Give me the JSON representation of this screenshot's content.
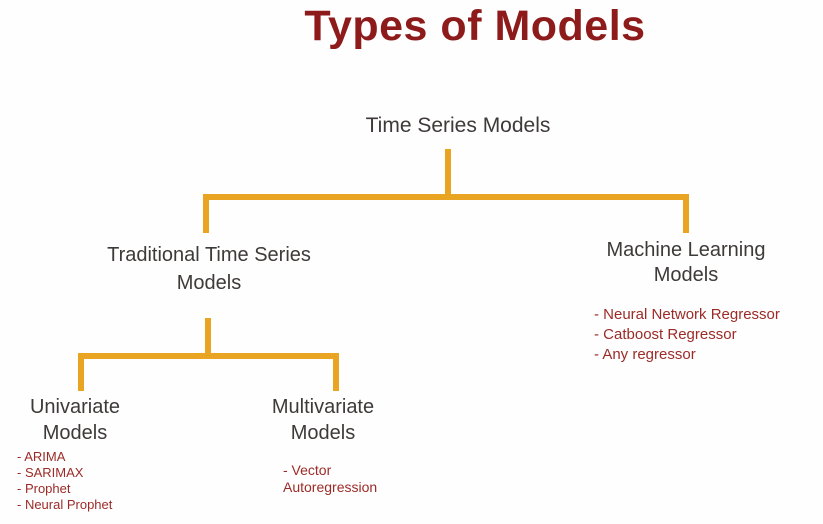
{
  "slide": {
    "title": "Types of Models"
  },
  "colors": {
    "background": "#fdfefd",
    "title_red": "#8e1b1b",
    "list_red": "#9c2b28",
    "node_text": "#3e3a39",
    "connector_amber": "#e9a521"
  },
  "tree": {
    "root": {
      "label": "Time Series Models"
    },
    "traditional": {
      "label": "Traditional Time Series Models"
    },
    "machine_learning": {
      "label": "Machine Learning Models",
      "items": [
        "- Neural Network Regressor",
        "- Catboost Regressor",
        "- Any regressor"
      ]
    },
    "univariate": {
      "label": "Univariate Models",
      "items": [
        "- ARIMA",
        "- SARIMAX",
        "- Prophet",
        "- Neural Prophet"
      ]
    },
    "multivariate": {
      "label": "Multivariate Models",
      "items": [
        "- Vector Autoregression"
      ]
    }
  }
}
